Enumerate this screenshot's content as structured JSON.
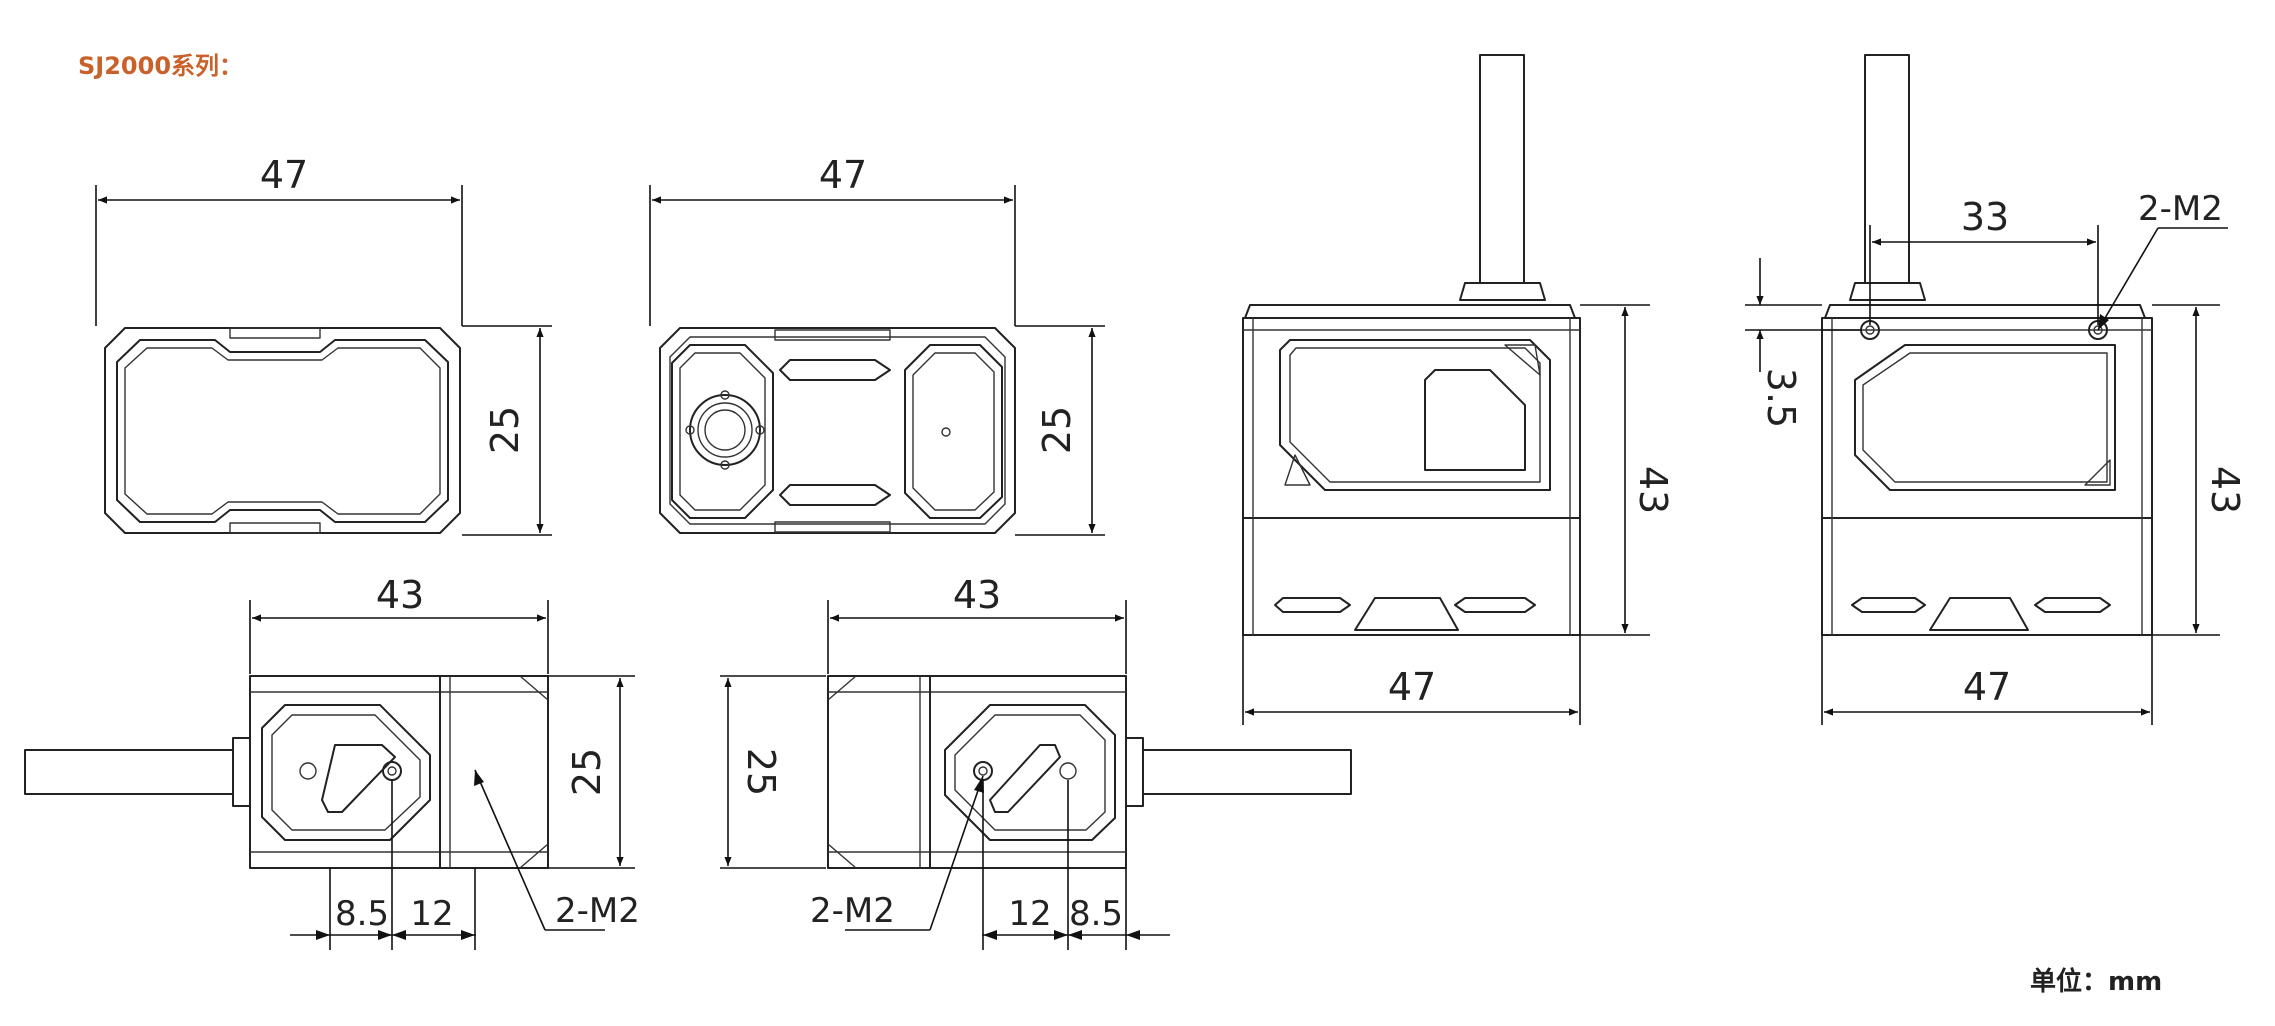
{
  "series_title": "SJ2000系列：",
  "unit_label": "单位：mm",
  "colors": {
    "title": "#c8622a",
    "line": "#222222",
    "background": "#ffffff"
  },
  "dims": {
    "v1_width": "47",
    "v1_height": "25",
    "v2_width": "47",
    "v2_height": "25",
    "v3_width": "43",
    "v3_height": "25",
    "v3_a": "8.5",
    "v3_b": "12",
    "v3_note": "2-M2",
    "v4_width": "43",
    "v4_height": "25",
    "v4_a": "12",
    "v4_b": "8.5",
    "v4_note": "2-M2",
    "v5_height": "43",
    "v5_width": "47",
    "v6_top": "33",
    "v6_note": "2-M2",
    "v6_offset": "3.5",
    "v6_height": "43",
    "v6_width": "47"
  }
}
